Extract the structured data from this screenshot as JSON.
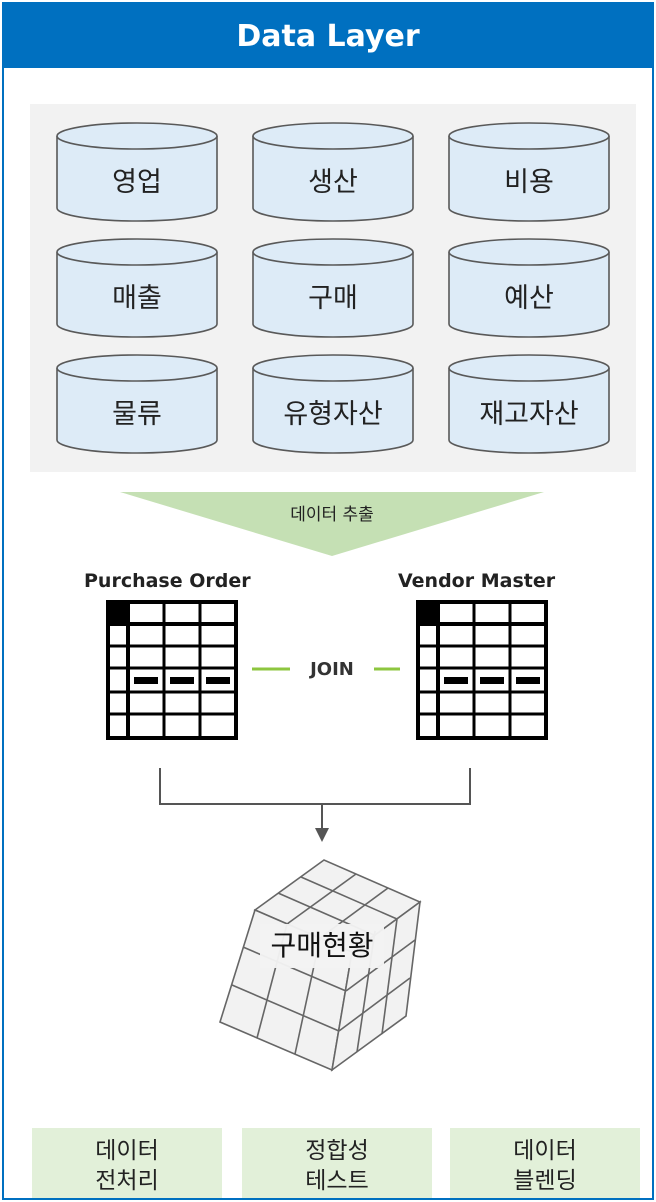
{
  "header": {
    "title": "Data Layer"
  },
  "databases": [
    "영업",
    "생산",
    "비용",
    "매출",
    "구매",
    "예산",
    "물류",
    "유형자산",
    "재고자산"
  ],
  "extract_label": "데이터 추출",
  "tables": {
    "left_title": "Purchase Order",
    "right_title": "Vendor Master",
    "join_label": "JOIN"
  },
  "result_label": "구매현황",
  "tasks": [
    {
      "line1": "데이터",
      "line2": "전처리"
    },
    {
      "line1": "정합성",
      "line2": "테스트"
    },
    {
      "line1": "데이터",
      "line2": "블렌딩"
    }
  ],
  "colors": {
    "brand_blue": "#0070c0",
    "cylinder_fill": "#ddebf7",
    "extract_green": "#c5e0b4",
    "join_green": "#8dc63f",
    "task_fill": "#e2f0d9",
    "panel_gray": "#f2f2f2"
  }
}
